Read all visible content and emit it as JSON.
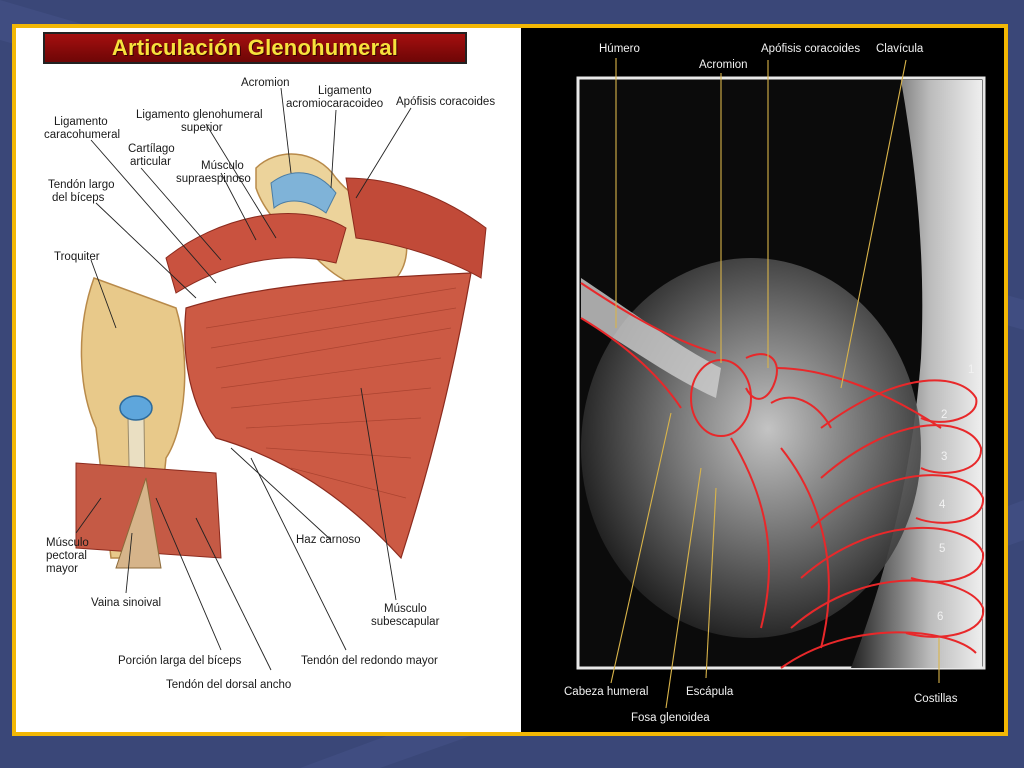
{
  "slide": {
    "title": "Articulación Glenohumeral",
    "colors": {
      "frame": "#f2b705",
      "title_bg": "#8b0a0a",
      "title_text": "#f7e23c",
      "background": "#3a4778"
    }
  },
  "illustration": {
    "labels": {
      "acromion": "Acromion",
      "ligamento_acromiocoracoideo_1": "Ligamento",
      "ligamento_acromiocoracoideo_2": "acromiocaracoideo",
      "apofisis_coracoides": "Apófisis coracoides",
      "ligamento_glenohumeral_1": "Ligamento glenohumeral",
      "ligamento_glenohumeral_2": "superior",
      "ligamento_coracohumeral_1": "Ligamento",
      "ligamento_coracohumeral_2": "caracohumeral",
      "cartilago_1": "Cartílago",
      "cartilago_2": "articular",
      "supraespinoso_1": "Músculo",
      "supraespinoso_2": "supraespinoso",
      "tendon_biceps_1": "Tendón largo",
      "tendon_biceps_2": "del bíceps",
      "troquiter": "Troquiter",
      "haz_carnoso": "Haz carnoso",
      "pectoral_1": "Músculo",
      "pectoral_2": "pectoral",
      "pectoral_3": "mayor",
      "vaina": "Vaina sinoival",
      "subescapular_1": "Músculo",
      "subescapular_2": "subescapular",
      "porcion_larga": "Porción larga del bíceps",
      "redondo_mayor": "Tendón del redondo mayor",
      "dorsal_ancho": "Tendón del dorsal ancho"
    }
  },
  "xray": {
    "labels": {
      "humero": "Húmero",
      "acromion": "Acromion",
      "coracoides": "Apófisis coracoides",
      "clavicula": "Clavícula",
      "cabeza_humeral": "Cabeza humeral",
      "escapula": "Escápula",
      "fosa_glenoidea": "Fosa glenoidea",
      "costillas": "Costillas"
    },
    "rib_numbers": [
      "1",
      "2",
      "3",
      "4",
      "5",
      "6"
    ]
  }
}
